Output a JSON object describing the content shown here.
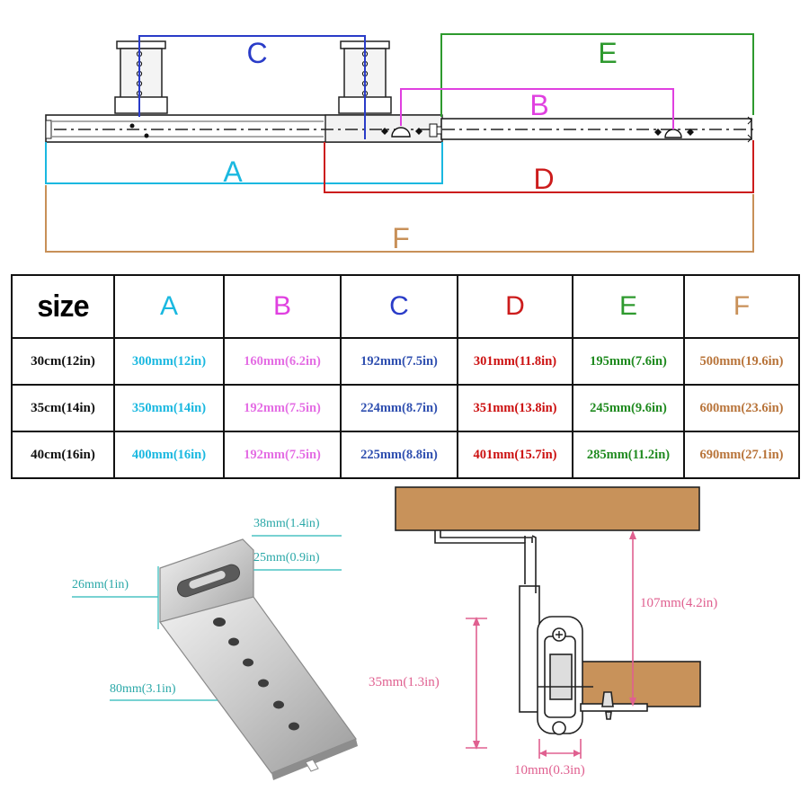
{
  "diagram_labels": {
    "A": {
      "text": "A",
      "color": "#1ab8e0"
    },
    "B": {
      "text": "B",
      "color": "#e040e0"
    },
    "C": {
      "text": "C",
      "color": "#2a3cc8"
    },
    "D": {
      "text": "D",
      "color": "#cc1c1c"
    },
    "E": {
      "text": "E",
      "color": "#2e9a2e"
    },
    "F": {
      "text": "F",
      "color": "#c89058"
    }
  },
  "table": {
    "header": [
      "size",
      "A",
      "B",
      "C",
      "D",
      "E",
      "F"
    ],
    "header_colors": [
      "#000000",
      "#1ab8e0",
      "#e040e0",
      "#2a3cc8",
      "#cc1c1c",
      "#2e9a2e",
      "#c89058"
    ],
    "body_colors": [
      "#111111",
      "#1ab8e0",
      "#e46ee4",
      "#3050b0",
      "#cc1010",
      "#1f8a1f",
      "#b8743a"
    ],
    "rows": [
      [
        "30cm(12in)",
        "300mm(12in)",
        "160mm(6.2in)",
        "192mm(7.5in)",
        "301mm(11.8in)",
        "195mm(7.6in)",
        "500mm(19.6in)"
      ],
      [
        "35cm(14in)",
        "350mm(14in)",
        "192mm(7.5in)",
        "224mm(8.7in)",
        "351mm(13.8in)",
        "245mm(9.6in)",
        "600mm(23.6in)"
      ],
      [
        "40cm(16in)",
        "400mm(16in)",
        "192mm(7.5in)",
        "225mm(8.8in)",
        "401mm(15.7in)",
        "285mm(11.2in)",
        "690mm(27.1in)"
      ]
    ]
  },
  "bracket_dims": {
    "width_top": "38mm(1.4in)",
    "slot_width": "25mm(0.9in)",
    "flange_height": "26mm(1in)",
    "length": "80mm(3.1in)",
    "dim_color": "#4cc4c4"
  },
  "install_dims": {
    "drop": "107mm(4.2in)",
    "rail_height": "35mm(1.3in)",
    "gap": "10mm(0.3in)",
    "dim_color": "#e06090",
    "wood_color": "#c8925a"
  }
}
